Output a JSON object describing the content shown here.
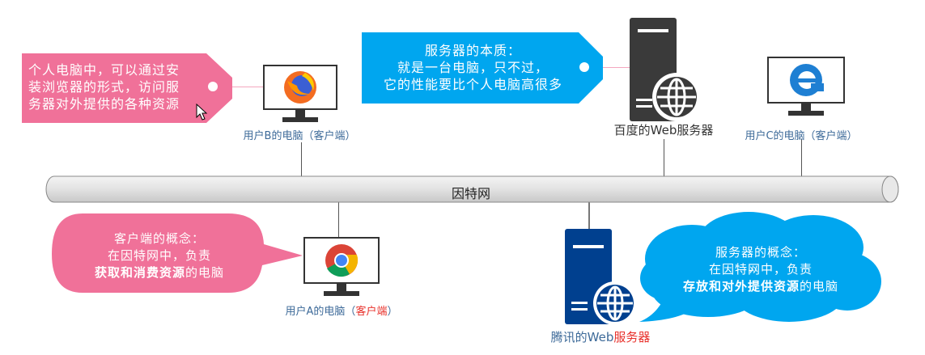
{
  "colors": {
    "pink": "#f07199",
    "blue": "#00a6ef",
    "server_dark": "#3a3a3a",
    "server_blue": "#00408f",
    "label": "#3d6a99",
    "highlight": "#e8302a"
  },
  "internet": {
    "label": "因特网"
  },
  "tag_client": {
    "lines": [
      "个人电脑中，可以通过安",
      "装浏览器的形式，访问服",
      "务器对外提供的各种资源"
    ]
  },
  "tag_server": {
    "lines": [
      "服务器的本质：",
      "就是一台电脑，只不过，",
      "它的性能要比个人电脑高很多"
    ]
  },
  "user_b": {
    "label": "用户B的电脑（客户端）",
    "icon": "firefox-icon"
  },
  "user_c": {
    "label": "用户C的电脑（客户端）",
    "icon": "edge-icon"
  },
  "user_a": {
    "label_prefix": "用户A的电脑",
    "label_paren_open": "（",
    "label_highlight": "客户端",
    "label_paren_close": "）",
    "icon": "chrome-icon"
  },
  "baidu": {
    "label": "百度的Web服务器"
  },
  "tencent": {
    "label_prefix": "腾讯的Web",
    "label_highlight": "服务器"
  },
  "bubble_client": {
    "line1": "客户端的概念：",
    "line2": "在因特网中，负责",
    "line3_bold": "获取和消费资源",
    "line3_rest": "的电脑"
  },
  "cloud_server": {
    "line1": "服务器的概念：",
    "line2": "在因特网中，负责",
    "line3_bold": "存放和对外提供资源",
    "line3_rest": "的电脑"
  }
}
